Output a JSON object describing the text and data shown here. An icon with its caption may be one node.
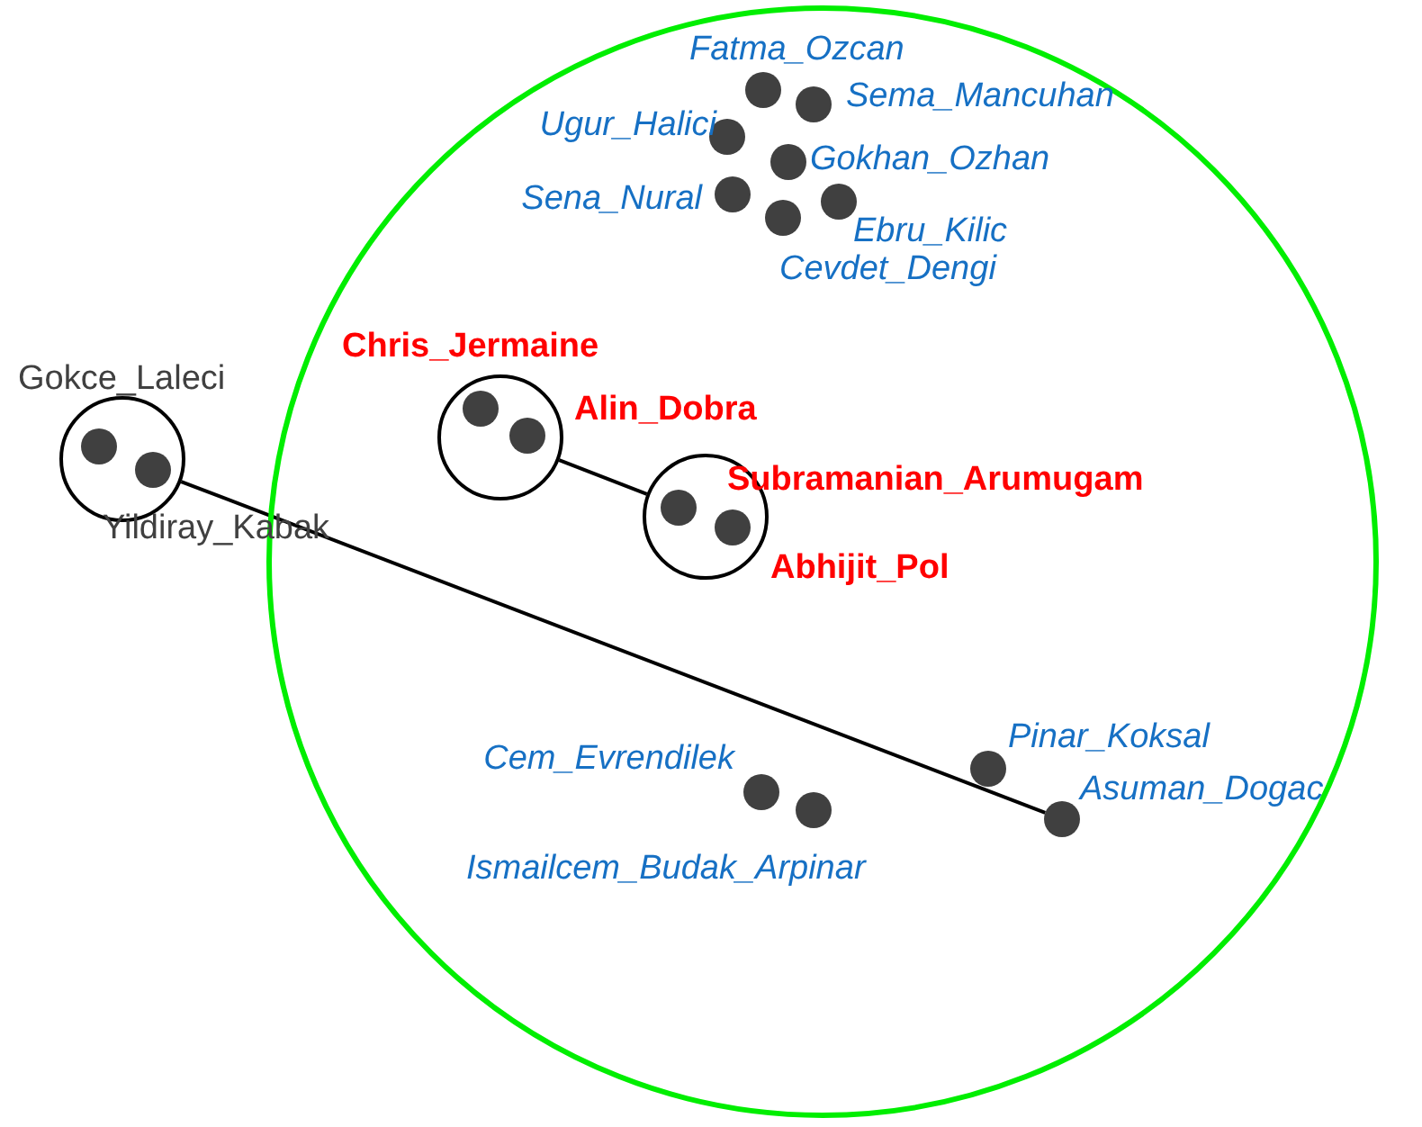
{
  "diagram": {
    "nodes": [
      {
        "text": [],
        "shape": "circle"
      },
      {
        "text": [],
        "shape": "circle",
        "in": 0,
        "beside": [
          "Fatma_Ozcan"
        ]
      },
      {
        "text": [],
        "shape": "circle",
        "in": 0,
        "beside": [
          "Sema_Mancuhan"
        ]
      },
      {
        "text": [],
        "shape": "circle",
        "in": 0,
        "beside": [
          "Ugur_Halici"
        ]
      },
      {
        "text": [],
        "shape": "circle",
        "in": 0,
        "beside": [
          "Gokhan_Ozhan"
        ]
      },
      {
        "text": [],
        "shape": "circle",
        "in": 0,
        "beside": [
          "Sena_Nural"
        ]
      },
      {
        "text": [],
        "shape": "circle",
        "in": 0,
        "beside": [
          "Ebru_Kilic"
        ]
      },
      {
        "text": [],
        "shape": "circle",
        "in": 0,
        "beside": [
          "Cevdet_Dengi"
        ]
      },
      {
        "text": [],
        "shape": "circle",
        "in": 0
      },
      {
        "text": [],
        "shape": "circle",
        "in": 8,
        "beside": [
          "Chris_Jermaine"
        ]
      },
      {
        "text": [],
        "shape": "circle",
        "in": 8,
        "beside": [
          "Alin_Dobra"
        ]
      },
      {
        "text": [],
        "shape": "circle",
        "in": 0
      },
      {
        "text": [],
        "shape": "circle",
        "in": 11,
        "beside": [
          "Subramanian_Arumugam"
        ]
      },
      {
        "text": [],
        "shape": "circle",
        "in": 11,
        "beside": [
          "Abhijit_Pol"
        ]
      },
      {
        "text": [],
        "shape": "circle",
        "in": 0,
        "beside": [
          "Pinar_Koksal"
        ]
      },
      {
        "text": [],
        "shape": "circle",
        "in": 0,
        "beside": [
          "Cem_Evrendilek"
        ]
      },
      {
        "text": [],
        "shape": "circle",
        "in": 0,
        "beside": [
          "Ismailcem_Budak_Arpinar"
        ]
      },
      {
        "text": [],
        "shape": "circle",
        "in": 0,
        "beside": [
          "Asuman_Dogac"
        ]
      },
      {
        "text": [],
        "shape": "circle"
      },
      {
        "text": [],
        "shape": "circle",
        "in": 18,
        "beside": [
          "Gokce_Laleci"
        ]
      },
      {
        "text": [],
        "shape": "circle",
        "in": 18,
        "beside": [
          "Yildiray_Kabak"
        ]
      }
    ],
    "edges": [
      {
        "from": 18,
        "to": 17,
        "arrow": "none"
      },
      {
        "from": 8,
        "to": 11,
        "arrow": "none"
      }
    ]
  }
}
